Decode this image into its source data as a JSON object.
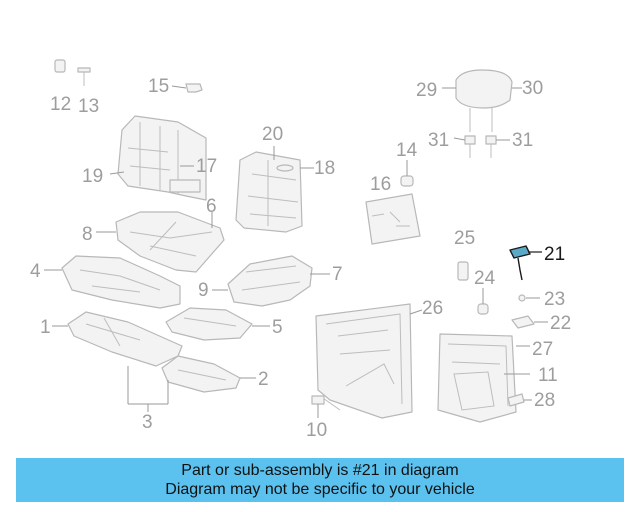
{
  "callouts": {
    "c1": "1",
    "c2": "2",
    "c3": "3",
    "c4": "4",
    "c5": "5",
    "c6": "6",
    "c7": "7",
    "c8": "8",
    "c9": "9",
    "c10": "10",
    "c11": "11",
    "c12": "12",
    "c13": "13",
    "c14": "14",
    "c15": "15",
    "c16": "16",
    "c17": "17",
    "c18": "18",
    "c19": "19",
    "c20": "20",
    "c21": "21",
    "c22": "22",
    "c23": "23",
    "c24": "24",
    "c25": "25",
    "c26": "26",
    "c27": "27",
    "c28": "28",
    "c29": "29",
    "c30": "30",
    "c31a": "31",
    "c31b": "31"
  },
  "highlighted_part": "21",
  "colors": {
    "highlight": "#5aa9c9",
    "caption_background": "#5bc1ee",
    "outline": "#b8b8b8",
    "callout_text": "#9d9d9d"
  },
  "caption": {
    "line1": "Part or sub-assembly is #21 in diagram",
    "line2": "Diagram may not be specific to your vehicle"
  }
}
